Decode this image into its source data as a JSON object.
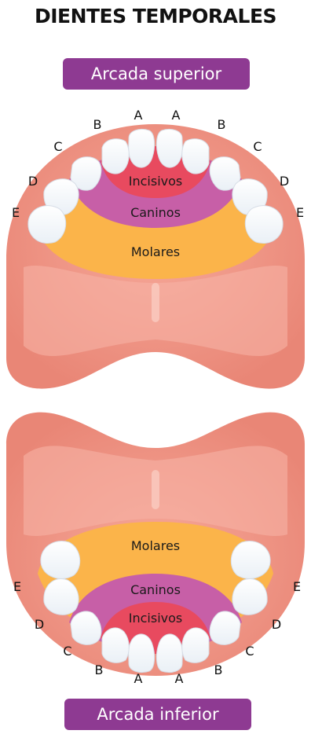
{
  "title": "DIENTES TEMPORALES",
  "upper": {
    "label": "Arcada superior",
    "zones": {
      "incisors": "Incisivos",
      "canines": "Caninos",
      "molars": "Molares"
    },
    "tooth_letters": {
      "left": [
        "A",
        "B",
        "C",
        "D",
        "E"
      ],
      "right": [
        "A",
        "B",
        "C",
        "D",
        "E"
      ]
    }
  },
  "lower": {
    "label": "Arcada inferior",
    "zones": {
      "incisors": "Incisivos",
      "canines": "Caninos",
      "molars": "Molares"
    },
    "tooth_letters": {
      "left": [
        "A",
        "B",
        "C",
        "D",
        "E"
      ],
      "right": [
        "A",
        "B",
        "C",
        "D",
        "E"
      ]
    }
  },
  "colors": {
    "gum": "#f2988a",
    "gum_dark": "#e77e6f",
    "incisors_zone": "#e84a5f",
    "canines_zone": "#c75fa7",
    "molars_zone": "#fbb44a",
    "label_pill": "#8e3a92"
  }
}
